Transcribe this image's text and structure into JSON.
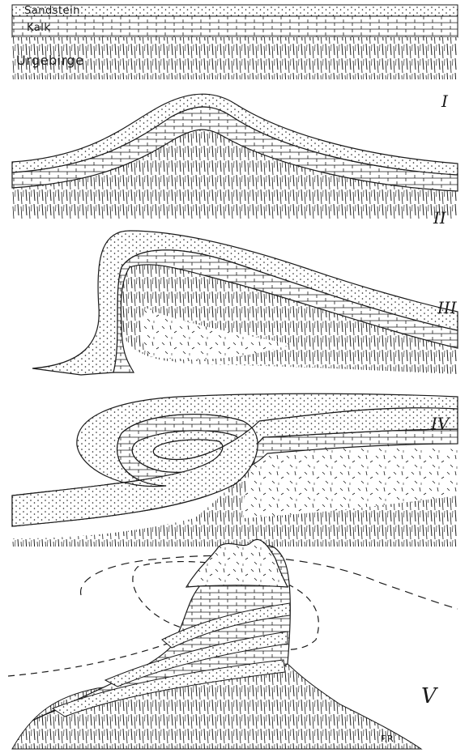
{
  "legend": {
    "sandstone": "Sandstein",
    "limestone": "Kalk",
    "bedrock": "Urgebirge"
  },
  "stages": [
    {
      "numeral": "I"
    },
    {
      "numeral": "II"
    },
    {
      "numeral": "III"
    },
    {
      "numeral": "IV"
    },
    {
      "numeral": "V"
    }
  ],
  "signature": "F.R.",
  "colors": {
    "ink": "#1a1a1a",
    "paper": "#ffffff"
  }
}
